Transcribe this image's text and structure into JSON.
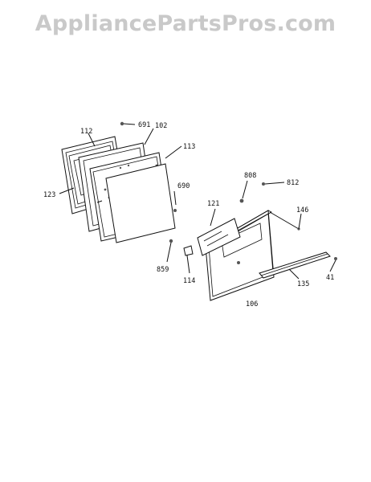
{
  "watermark": "AppliancePartsPros.com",
  "part_labels": {
    "p691": "691",
    "p112": "112",
    "p102": "102",
    "p113": "113",
    "p123": "123",
    "p690": "690",
    "p808": "808",
    "p812": "812",
    "p121": "121",
    "p146": "146",
    "p859": "859",
    "p114": "114",
    "p135": "135",
    "p41": "41",
    "p106": "106"
  }
}
